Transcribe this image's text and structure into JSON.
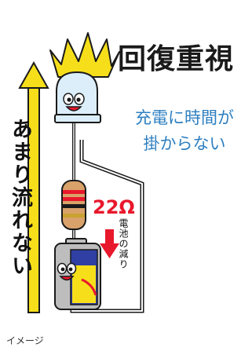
{
  "title": "回復重視",
  "subtitle_lines": [
    "充電に時間が",
    "掛からない"
  ],
  "vertical_label": "あまり流れない",
  "resistor_value": "22Ω",
  "battery_label": "電池の減り",
  "caption": "イメージ",
  "colors": {
    "yellow": "#f6df1a",
    "red": "#e8182c",
    "blue": "#2d7fc1",
    "led": "#dbeefa"
  }
}
